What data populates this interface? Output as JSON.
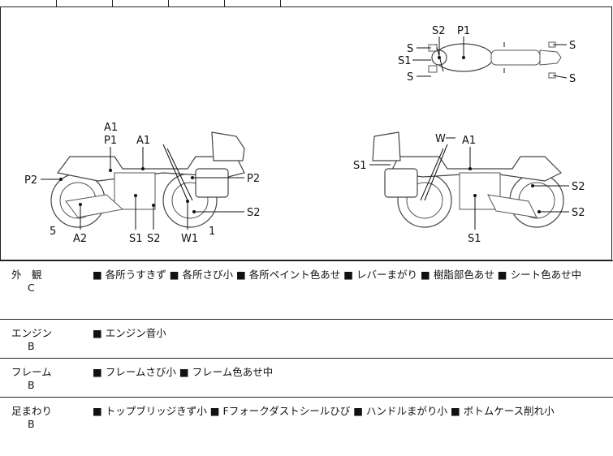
{
  "diagram": {
    "top_view_labels": [
      "S2",
      "P1",
      "S",
      "S1",
      "S",
      "S",
      "S"
    ],
    "left_view_labels": [
      "A1",
      "P1",
      "A1",
      "P2",
      "P2",
      "S2",
      "5",
      "A2",
      "S1",
      "S2",
      "W1",
      "1"
    ],
    "right_view_labels": [
      "W",
      "A1",
      "S1",
      "S2",
      "S2",
      "S1"
    ]
  },
  "condition_rows": [
    {
      "name": "外　観",
      "grade": "C",
      "text": "■ 各所うすきず ■ 各所さび小 ■ 各所ペイント色あせ ■ レバーまがり ■ 樹脂部色あせ ■ シート色あせ中"
    },
    {
      "name": "エンジン",
      "grade": "B",
      "text": "■ エンジン音小"
    },
    {
      "name": "フレーム",
      "grade": "B",
      "text": "■ フレームさび小 ■ フレーム色あせ中"
    },
    {
      "name": "足まわり",
      "grade": "B",
      "text": "■ トップブリッジきず小 ■ Fフォークダストシールひび ■ ハンドルまがり小 ■ ボトムケース削れ小"
    }
  ]
}
